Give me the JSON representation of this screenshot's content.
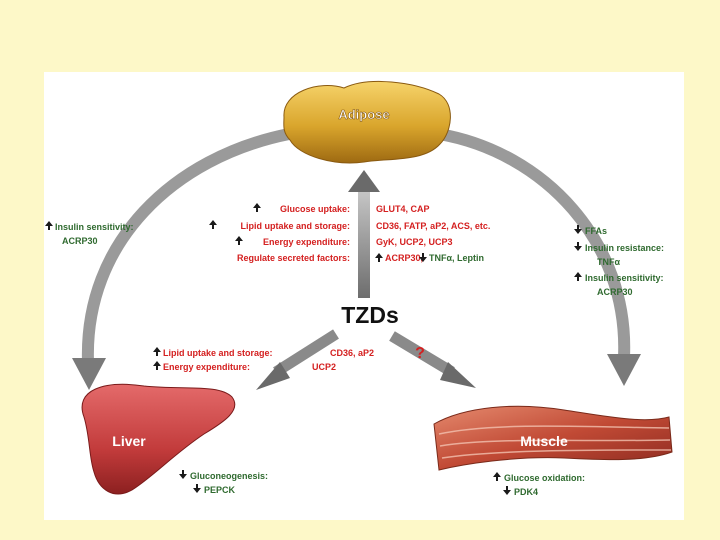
{
  "organs": {
    "adipose": "Adipose",
    "liver": "Liver",
    "muscle": "Muscle"
  },
  "center": "TZDs",
  "question_mark": "?",
  "adipose_effects": {
    "labels": [
      "Glucose uptake:",
      "Lipid uptake and storage:",
      "Energy expenditure:",
      "Regulate secreted factors:"
    ],
    "values": [
      "GLUT4, CAP",
      "CD36, FATP, aP2, ACS, etc.",
      "GyK, UCP2, UCP3"
    ],
    "secreted_up": "ACRP30,",
    "secreted_down": "TNFα, Leptin"
  },
  "left_arc": {
    "line1": "Insulin sensitivity:",
    "line2": "ACRP30"
  },
  "right_arc": {
    "line1": "FFAs",
    "line2": "Insulin resistance:",
    "line3": "TNFα",
    "line4": "Insulin sensitivity:",
    "line5": "ACRP30"
  },
  "liver_arrow": {
    "labels": [
      "Lipid uptake and storage:",
      "Energy expenditure:"
    ],
    "values": [
      "CD36, aP2",
      "UCP2"
    ]
  },
  "liver_effects": {
    "line1": "Gluconeogenesis:",
    "line2": "PEPCK"
  },
  "muscle_effects": {
    "line1": "Glucose oxidation:",
    "line2": "PDK4"
  },
  "colors": {
    "red_text": "#d42020",
    "green_text": "#2f6a2f",
    "arrow_gray": "#8a8a8a",
    "background": "#fdf8c8"
  }
}
